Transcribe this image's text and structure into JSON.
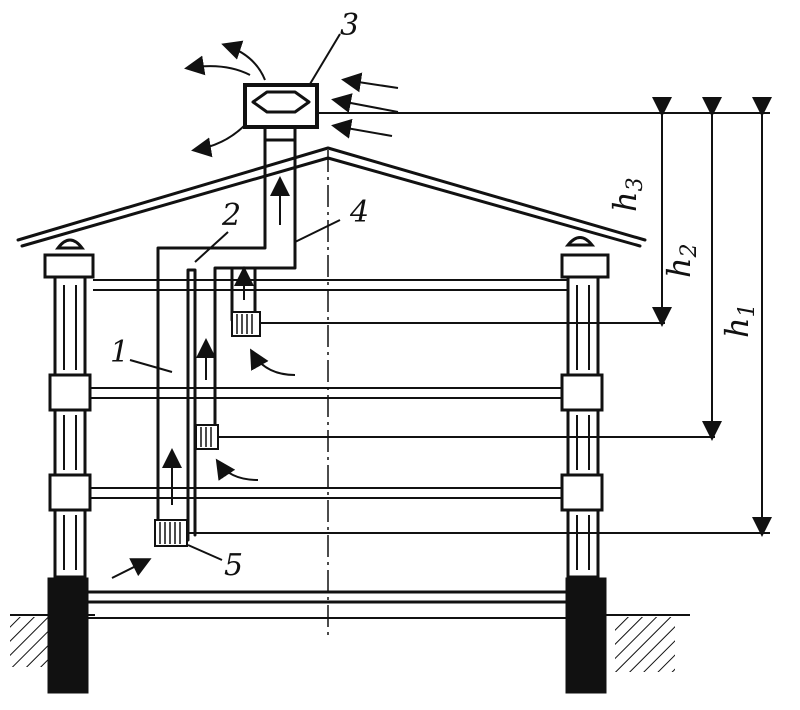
{
  "labels": {
    "l1": "1",
    "l2": "2",
    "l3": "3",
    "l4": "4",
    "l5": "5"
  },
  "dimensions": {
    "h1": {
      "symbol": "h",
      "sub": "1"
    },
    "h2": {
      "symbol": "h",
      "sub": "2"
    },
    "h3": {
      "symbol": "h",
      "sub": "3"
    }
  },
  "colors": {
    "ink": "#111111",
    "paper": "#ffffff"
  }
}
